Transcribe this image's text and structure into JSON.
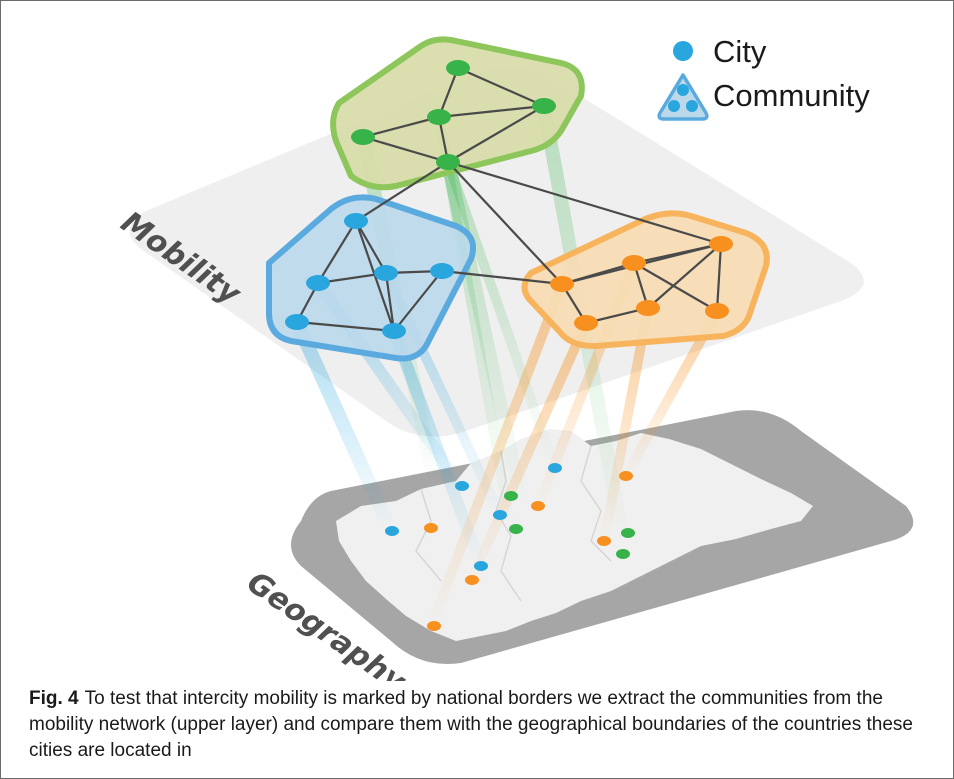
{
  "legend": {
    "city_label": "City",
    "community_label": "Community"
  },
  "layers": {
    "mobility_label": "Mobility",
    "geography_label": "Geography"
  },
  "colors": {
    "city": "#2aa6df",
    "green": "#37b34a",
    "blue": "#2aa6df",
    "orange": "#f7901e",
    "green_fill": "#d8dca8",
    "blue_fill": "#bcd9ec",
    "orange_fill": "#f7dcb4",
    "green_stroke": "#8dc65a",
    "blue_stroke": "#5aaadf",
    "orange_stroke": "#f7b45c",
    "edge": "#4a4a4a",
    "plane": "#efefef",
    "map_bg": "#a8a8a8",
    "map_land": "#f0f0f0"
  },
  "caption": {
    "label": "Fig. 4",
    "text": "To test that intercity mobility is marked by national borders we extract the communities from the mobility network (upper layer) and compare them with the geographical boundaries of the countries these cities are located in"
  }
}
